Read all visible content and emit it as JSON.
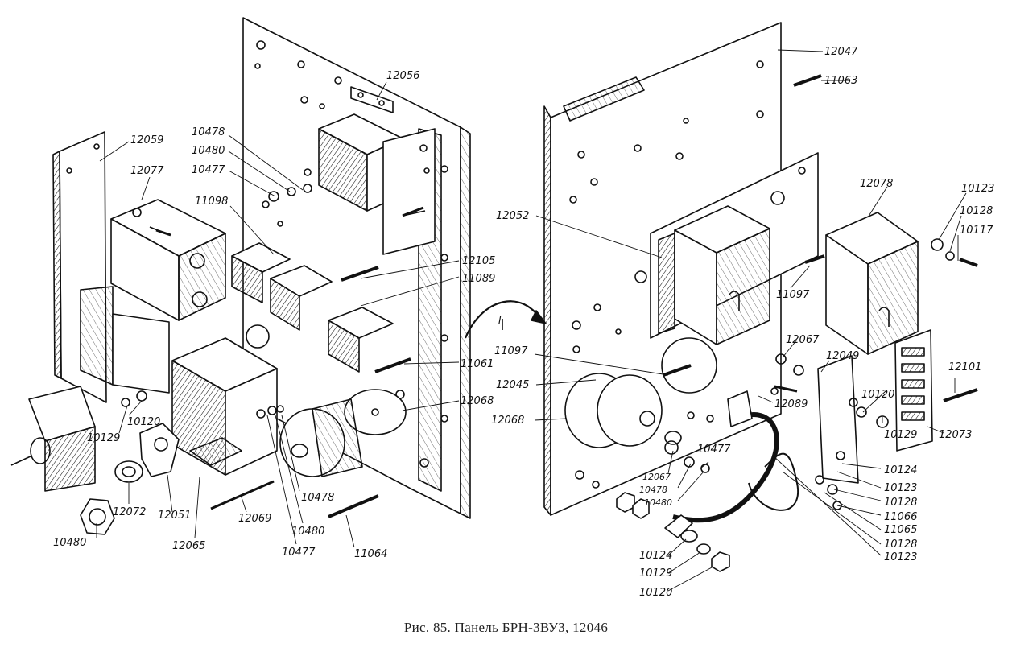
{
  "caption": "Рис. 85. Панель БРН-3ВУЗ, 12046",
  "rotation_label": "I",
  "colors": {
    "ink": "#111111",
    "paper": "#ffffff"
  },
  "left_labels": [
    "12056",
    "10478",
    "10480",
    "10477",
    "12059",
    "12077",
    "11098",
    "12105",
    "11089",
    "11061",
    "12068",
    "10120",
    "10129",
    "12072",
    "10480",
    "12051",
    "12065",
    "12069",
    "10480",
    "10477",
    "10478",
    "11064"
  ],
  "right_labels": [
    "12047",
    "11063",
    "10123",
    "10128",
    "10117",
    "12078",
    "12052",
    "11097",
    "12067",
    "12049",
    "12101",
    "11097",
    "12045",
    "12068",
    "12089",
    "12073",
    "10120",
    "10129",
    "10124",
    "10123",
    "10128",
    "11066",
    "11065",
    "10128",
    "10123",
    "10477",
    "12067",
    "10478",
    "10480",
    "10124",
    "10129",
    "10120"
  ]
}
